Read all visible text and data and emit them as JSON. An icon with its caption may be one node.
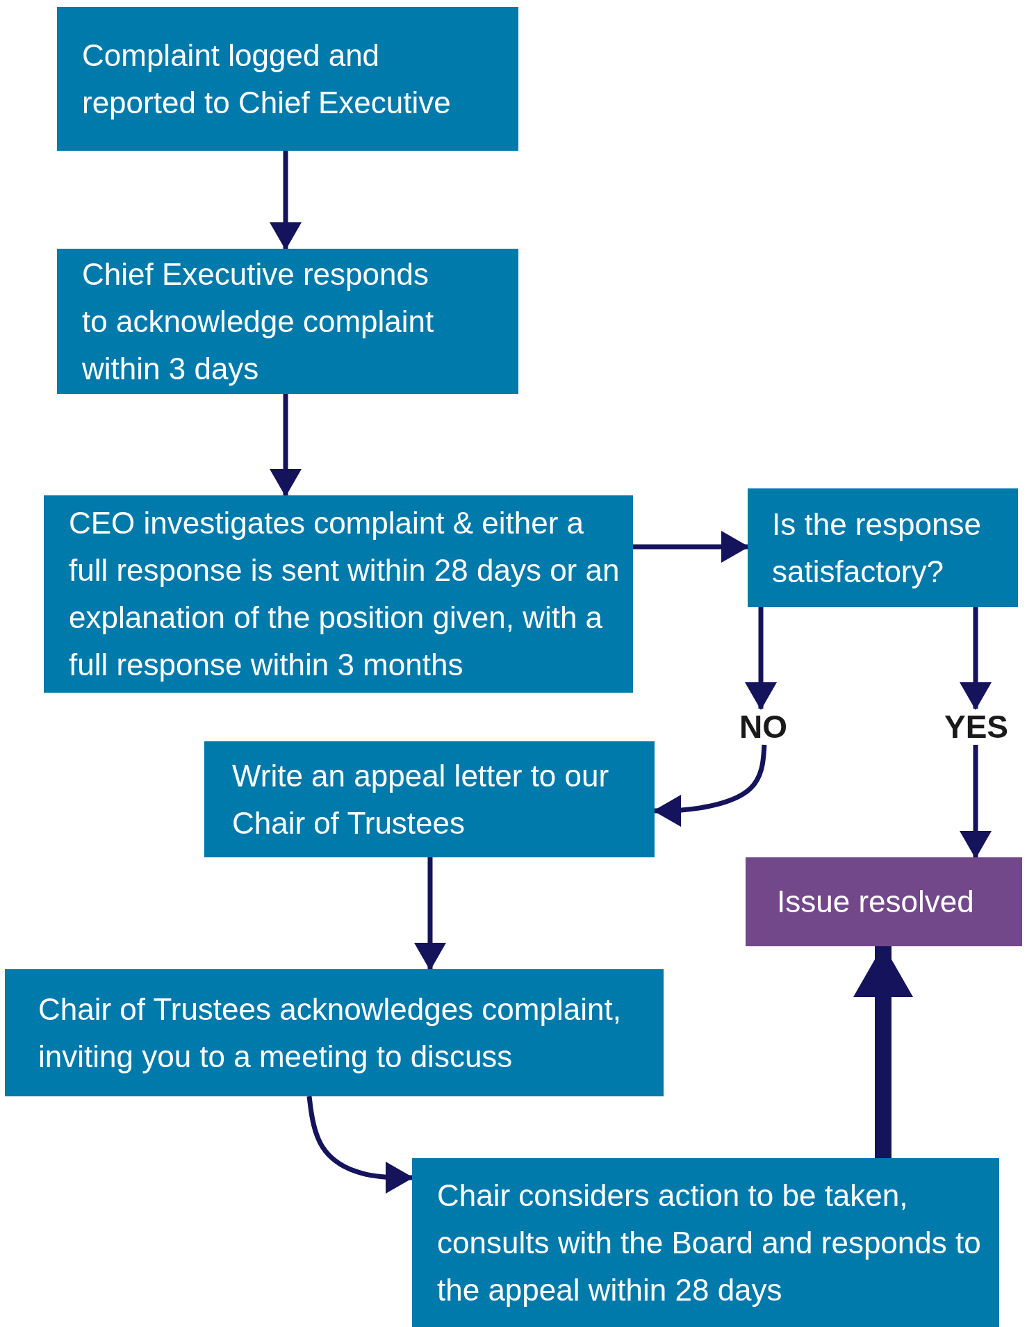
{
  "diagram": {
    "nodes": [
      {
        "text": [
          "Complaint logged and reported to Chief Executive"
        ]
      },
      {
        "text": [
          "Chief Executive responds to acknowledge complaint within 3 days"
        ]
      },
      {
        "text": [
          "CEO investigates complaint & either a full response is sent within 28 days or an explanation of the position given, with a full response within 3 months"
        ]
      },
      {
        "text": [
          "Is the response satisfactory?"
        ]
      },
      {
        "text": [
          "NO"
        ]
      },
      {
        "text": [
          "YES"
        ]
      },
      {
        "text": [
          "Write an appeal letter to our Chair of Trustees"
        ]
      },
      {
        "text": [
          "Issue resolved"
        ]
      },
      {
        "text": [
          "Chair of Trustees acknowledges complaint, inviting you to a meeting to discuss"
        ]
      },
      {
        "text": [
          "Chair considers action to be taken, consults with the Board and responds to the appeal within 28 days"
        ]
      }
    ],
    "edges": [
      {
        "from": 0,
        "to": 1,
        "arrow": "to"
      },
      {
        "from": 1,
        "to": 2,
        "arrow": "to"
      },
      {
        "from": 2,
        "to": 3,
        "arrow": "to"
      },
      {
        "from": 3,
        "to": 4,
        "arrow": "to"
      },
      {
        "from": 3,
        "to": 5,
        "arrow": "to"
      },
      {
        "from": 4,
        "to": 6,
        "arrow": "to"
      },
      {
        "from": 5,
        "to": 7,
        "arrow": "to"
      },
      {
        "from": 6,
        "to": 8,
        "arrow": "to"
      },
      {
        "from": 8,
        "to": 9,
        "arrow": "to"
      },
      {
        "from": 9,
        "to": 7,
        "arrow": "to",
        "style": "thick"
      }
    ]
  }
}
